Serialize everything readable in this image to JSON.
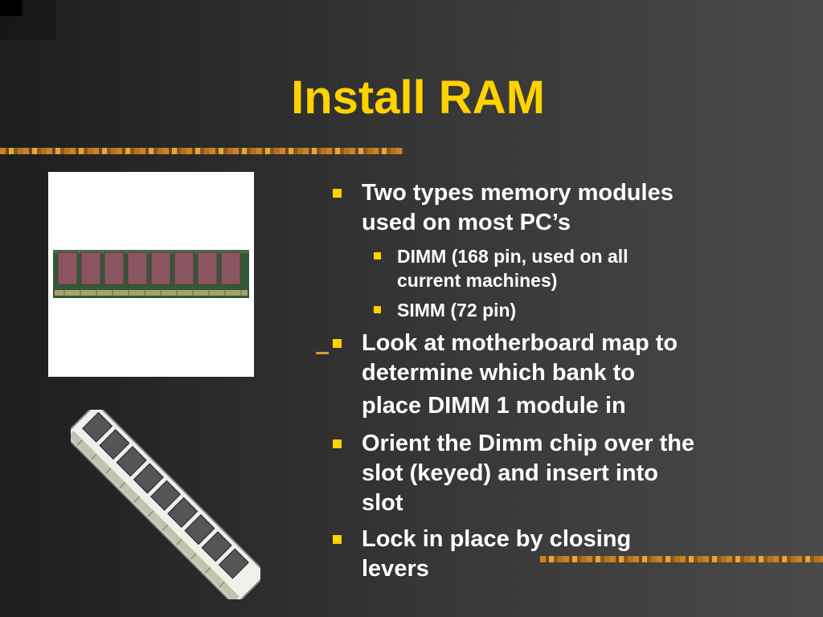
{
  "slide": {
    "title": "Install RAM",
    "bullets": {
      "b1_line1": "Two types memory modules",
      "b1_line2": "used on most PC’s",
      "s1_line1": "DIMM (168 pin, used on all",
      "s1_line2": "current machines)",
      "s2_line1": "SIMM (72 pin)",
      "b2_line1": "Look at motherboard map to",
      "b2_line2": "determine which bank to",
      "b2_line3": "place DIMM 1 module in",
      "b3_line1": "Orient the Dimm chip over the",
      "b3_line2": "slot (keyed) and insert into",
      "b3_line3": "slot",
      "b4_line1": "Lock in place by closing",
      "b4_line2": "levers"
    }
  },
  "colors": {
    "title": "#ffd200",
    "bullet_mark": "#ffd200",
    "text": "#ffffff",
    "accent_stripe": "#c9822a"
  },
  "images": {
    "top": "ram-module-straight-image",
    "bottom": "ram-module-angled-image"
  }
}
